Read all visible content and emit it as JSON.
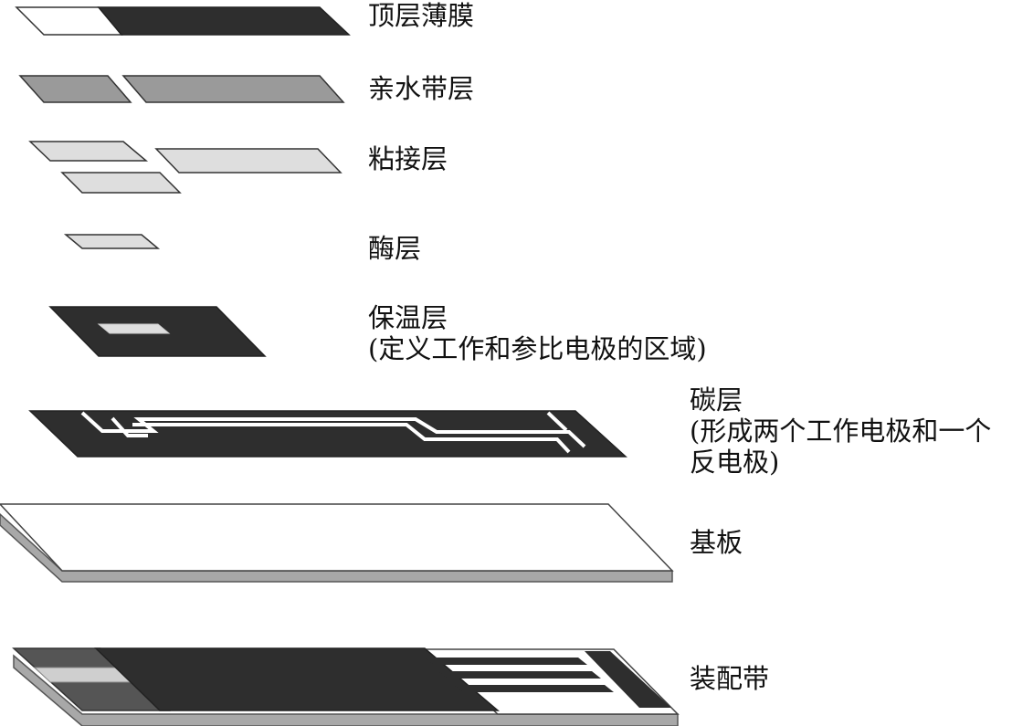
{
  "layers": [
    {
      "id": "top-film",
      "label": "顶层薄膜"
    },
    {
      "id": "hydrophilic",
      "label": "亲水带层"
    },
    {
      "id": "adhesive",
      "label": "粘接层"
    },
    {
      "id": "enzyme",
      "label": "酶层"
    },
    {
      "id": "insulation",
      "label": "保温层",
      "note": "(定义工作和参比电极的区域)"
    },
    {
      "id": "carbon",
      "label": "碳层",
      "note_line1": "(形成两个工作电极和一个",
      "note_line2": "反电极)"
    },
    {
      "id": "substrate",
      "label": "基板"
    },
    {
      "id": "assembled-strip",
      "label": "装配带"
    }
  ],
  "colors": {
    "dark": "#2e2e2e",
    "mid_gray": "#9a9a9a",
    "light_gray": "#dedede",
    "edge_gray": "#a8a8a8",
    "white": "#ffffff",
    "outline": "#333333"
  }
}
